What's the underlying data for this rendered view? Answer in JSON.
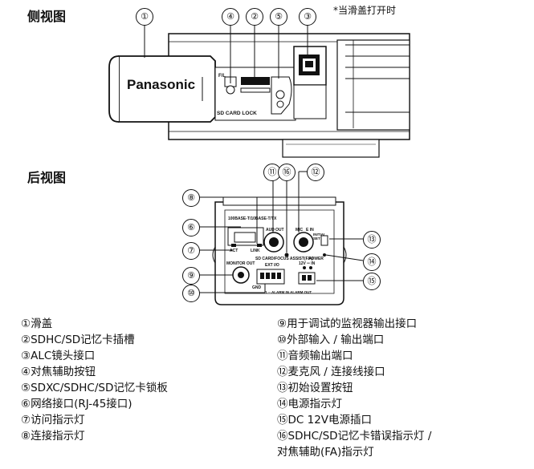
{
  "side_view": {
    "title": "侧视图",
    "note": "*当滑盖打开时",
    "brand": "Panasonic",
    "sd_card_lock_label": "SD CARD LOCK",
    "fl_label": "F/L",
    "callouts": [
      "①",
      "②",
      "③",
      "④",
      "⑤"
    ]
  },
  "rear_view": {
    "title": "后视图",
    "callouts": [
      "⑥",
      "⑦",
      "⑧",
      "⑨",
      "⑩",
      "⑪",
      "⑫",
      "⑬",
      "⑭",
      "⑮",
      "⑯"
    ],
    "panel_labels": {
      "ethernet": "100BASE-T/10BASE-T/TX",
      "act": "ACT",
      "link": "LINK",
      "aud": "AUD",
      "out": "OUT",
      "mic": "MIC",
      "ein": "E IN",
      "initial_set": "INITIAL SET",
      "sdcard_focus": "SD CARD/FOCUS ASSIST(F.A)",
      "power": "POWER",
      "monitor_out": "MONITOR OUT",
      "ext_io": "EXT I/O",
      "gnd": "GND",
      "alarm": "1 ─ ALARM IN  ALARM OUT",
      "v12": "12V ═ IN"
    }
  },
  "legend_left": [
    "①滑盖",
    "②SDHC/SD记忆卡插槽",
    "③ALC镜头接口",
    "④对焦辅助按钮",
    "⑤SDXC/SDHC/SD记忆卡锁板",
    "⑥网络接口(RJ-45接口)",
    "⑦访问指示灯",
    "⑧连接指示灯"
  ],
  "legend_right": [
    "⑨用于调试的监视器输出接口",
    "⑩外部输入 / 输出端口",
    "⑪音频输出端口",
    "⑫麦克风 / 连接线接口",
    "⑬初始设置按钮",
    "⑭电源指示灯",
    "⑮DC 12V电源插口",
    "⑯SDHC/SD记忆卡错误指示灯 /",
    "对焦辅助(FA)指示灯"
  ]
}
